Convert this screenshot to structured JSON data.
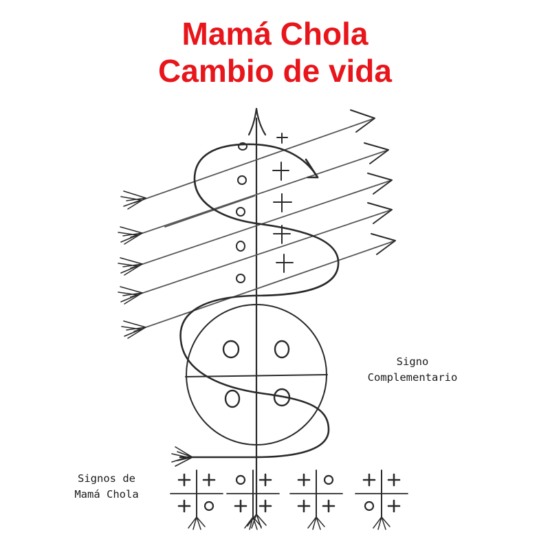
{
  "title": {
    "line1": "Mamá Chola",
    "line2": "Cambio de vida"
  },
  "labels": {
    "complementary_line1": "Signo",
    "complementary_line2": "Complementario",
    "signs_line1": "Signos de",
    "signs_line2": "Mamá Chola"
  },
  "colors": {
    "title": "#e8151b",
    "ink": "#2a2a2a",
    "background": "#ffffff"
  },
  "main_sign": {
    "marks_left": [
      "o",
      "o",
      "o",
      "o",
      "o"
    ],
    "marks_right": [
      "+",
      "+",
      "+",
      "+",
      "+"
    ],
    "circle_marks": [
      "o",
      "o",
      "o",
      "o"
    ],
    "arrow_count": 6
  },
  "mama_chola_signs": [
    {
      "top": [
        "+",
        "+"
      ],
      "bottom": [
        "+",
        "o"
      ]
    },
    {
      "top": [
        "o",
        "+"
      ],
      "bottom": [
        "+",
        "+"
      ]
    },
    {
      "top": [
        "+",
        "o"
      ],
      "bottom": [
        "+",
        "+"
      ]
    },
    {
      "top": [
        "+",
        "+"
      ],
      "bottom": [
        "o",
        "+"
      ]
    }
  ]
}
